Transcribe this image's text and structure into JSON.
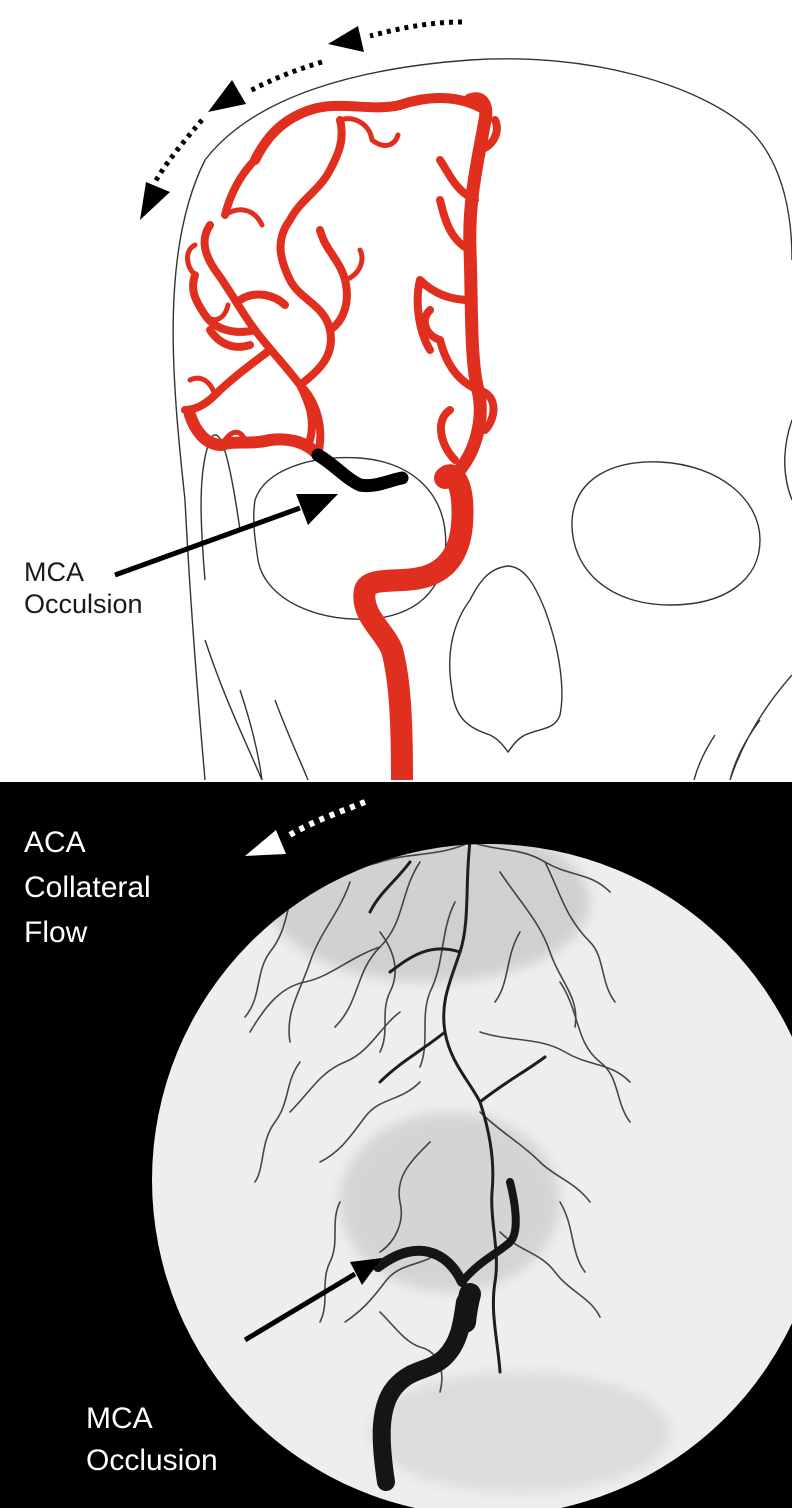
{
  "colors": {
    "vessel_red": "#e02f1f",
    "occlusion_black": "#000000",
    "outline": "#333333",
    "angio_background": "#eeeeee",
    "frame": "#000000",
    "label_light": "#ffffff",
    "label_dark": "#1a1a1a"
  },
  "top_diagram": {
    "occlusion_label": {
      "line1": "MCA",
      "line2": "Occulsion"
    }
  },
  "angiogram": {
    "collateral_label": {
      "line1": "ACA",
      "line2": "Collateral",
      "line3": "Flow"
    },
    "occlusion_label": {
      "line1": "MCA",
      "line2": "Occlusion"
    }
  }
}
